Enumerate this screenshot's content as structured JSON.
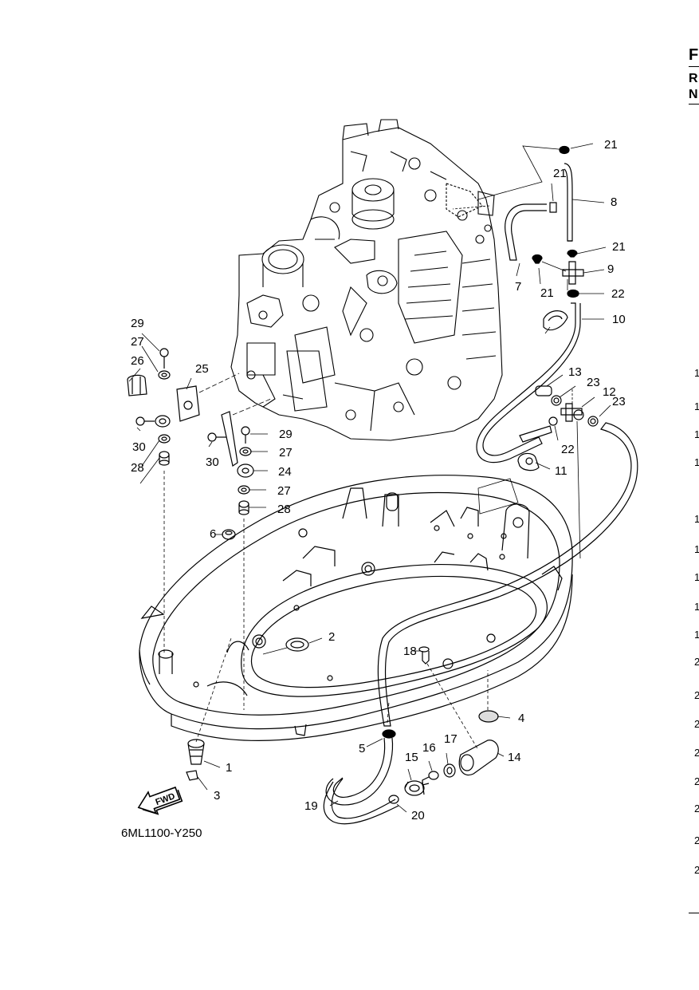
{
  "diagram_code": "6ML1100-Y250",
  "fwd_badge": "FWD",
  "callouts": [
    "1",
    "2",
    "3",
    "4",
    "5",
    "6",
    "7",
    "8",
    "9",
    "10",
    "11",
    "12",
    "13",
    "14",
    "15",
    "16",
    "17",
    "18",
    "19",
    "20",
    "21",
    "21",
    "21",
    "21",
    "22",
    "22",
    "23",
    "23",
    "24",
    "25",
    "26",
    "27",
    "27",
    "27",
    "28",
    "28",
    "29",
    "29",
    "30",
    "30"
  ],
  "right_edge": {
    "heading": "F",
    "row_r": "R",
    "row_n": "N",
    "digits": [
      "1",
      "1",
      "1",
      "1",
      "1",
      "1",
      "1",
      "1",
      "1",
      "2",
      "2",
      "2",
      "2",
      "2",
      "2",
      "2",
      "2"
    ]
  }
}
